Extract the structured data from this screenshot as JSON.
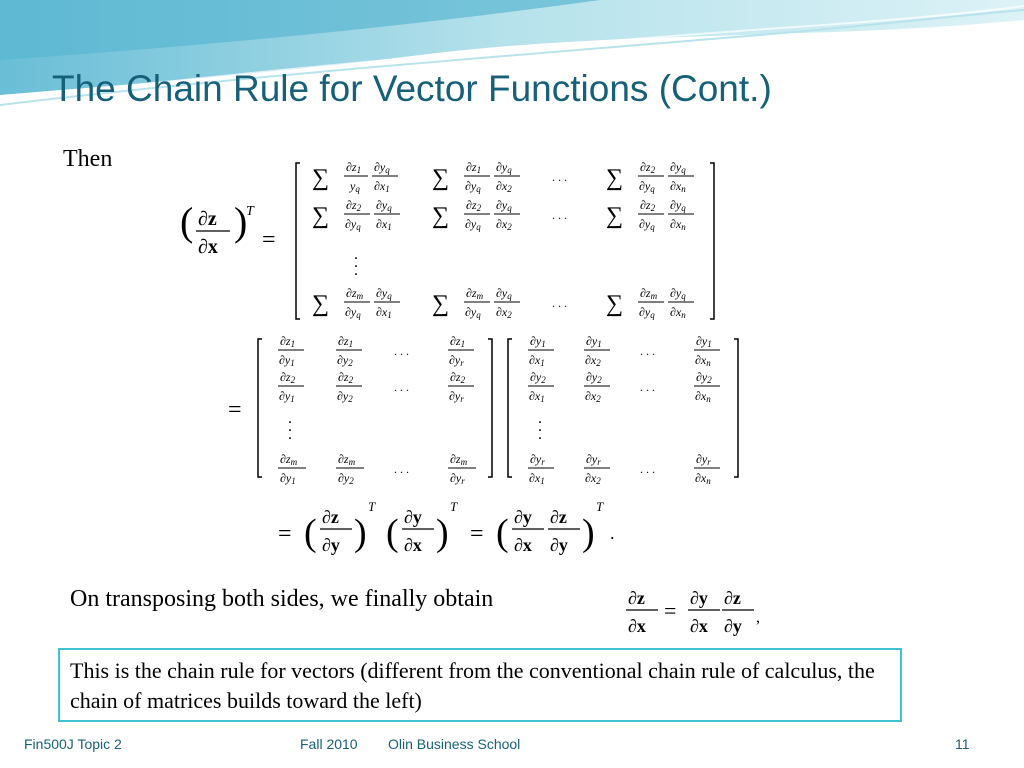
{
  "slide": {
    "title": "The Chain Rule for Vector Functions (Cont.)",
    "intro_word": "Then",
    "transpose_text": "On transposing both sides, we finally obtain",
    "boxed_text": "This is the chain rule for vectors (different from the conventional chain rule of calculus, the chain of matrices builds toward the left)"
  },
  "footer": {
    "course": "Fin500J Topic 2",
    "term": "Fall 2010",
    "school": "Olin Business School",
    "page_number": "11"
  },
  "colors": {
    "title": "#17607a",
    "box_border": "#3ec2d4",
    "wave": "#8fd3e0"
  }
}
